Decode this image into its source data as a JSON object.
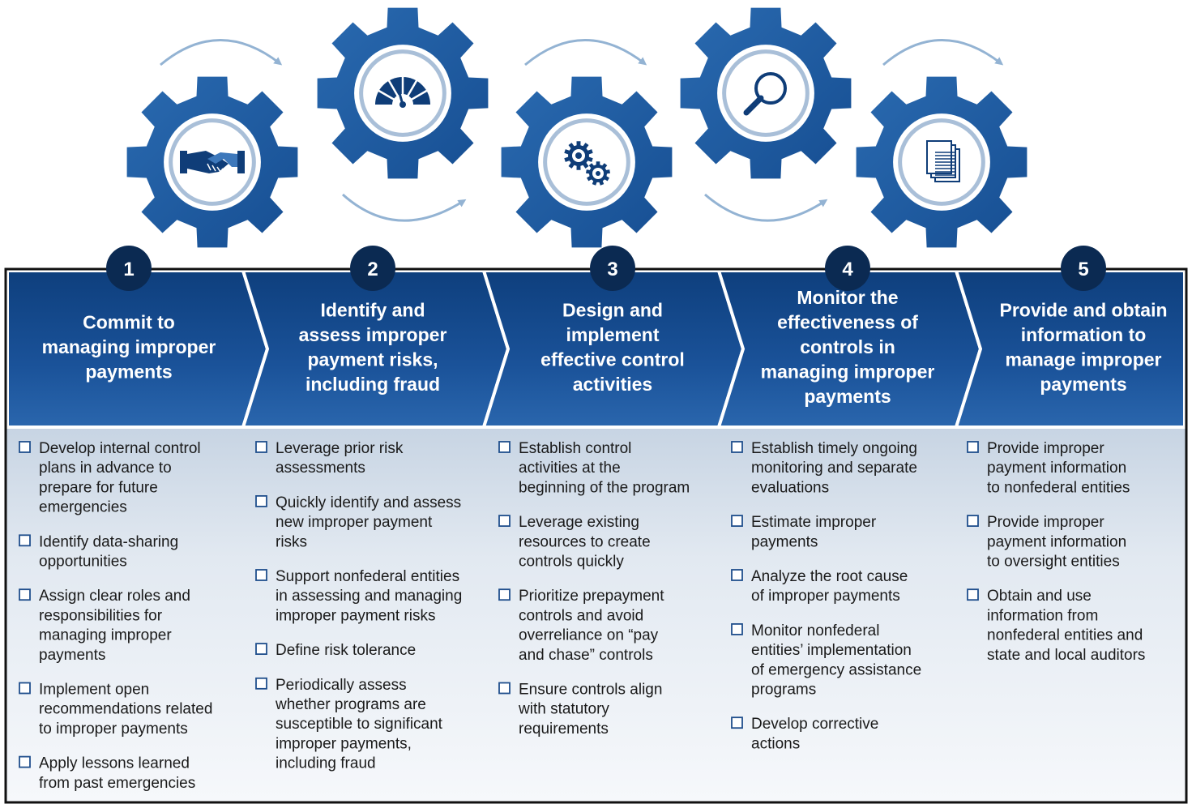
{
  "colors": {
    "gear": "#1f5a9c",
    "gear_dark": "#0f3d78",
    "ring": "#a9bfd8",
    "arrow": "#93b3d3",
    "banner": "#134a8e",
    "banner_light": "#2e6db3",
    "circle": "#0b2a52",
    "frame": "#111111",
    "panel_top": "#c7d4e3",
    "panel_bottom": "#f4f7fa",
    "checkbox": "#1f4e8c"
  },
  "gears": [
    {
      "icon": "handshake-icon"
    },
    {
      "icon": "gauge-icon"
    },
    {
      "icon": "cogs-icon"
    },
    {
      "icon": "magnifier-icon"
    },
    {
      "icon": "documents-icon"
    }
  ],
  "steps": [
    {
      "number": "1",
      "title": [
        "Commit to",
        "managing improper",
        "payments"
      ],
      "bullets": [
        [
          "Develop internal control",
          "plans in advance to",
          "prepare for future",
          "emergencies"
        ],
        [
          "Identify data-sharing",
          "opportunities"
        ],
        [
          "Assign clear roles and",
          "responsibilities for",
          "managing improper",
          "payments"
        ],
        [
          "Implement open",
          "recommendations related",
          "to improper payments"
        ],
        [
          "Apply lessons learned",
          "from past emergencies"
        ]
      ]
    },
    {
      "number": "2",
      "title": [
        "Identify and",
        "assess improper",
        "payment risks,",
        "including fraud"
      ],
      "bullets": [
        [
          "Leverage prior risk",
          "assessments"
        ],
        [
          "Quickly identify and assess",
          "new improper payment",
          "risks"
        ],
        [
          "Support nonfederal entities",
          "in assessing and managing",
          "improper payment risks"
        ],
        [
          "Define risk tolerance"
        ],
        [
          "Periodically assess",
          "whether programs are",
          "susceptible to significant",
          "improper payments,",
          "including fraud"
        ]
      ]
    },
    {
      "number": "3",
      "title": [
        "Design and",
        "implement",
        "effective control",
        "activities"
      ],
      "bullets": [
        [
          "Establish control",
          "activities at the",
          "beginning of the program"
        ],
        [
          "Leverage existing",
          "resources to create",
          "controls quickly"
        ],
        [
          "Prioritize prepayment",
          "controls and avoid",
          "overreliance on “pay",
          "and chase” controls"
        ],
        [
          "Ensure controls align",
          "with statutory",
          "requirements"
        ]
      ]
    },
    {
      "number": "4",
      "title": [
        "Monitor the",
        "effectiveness of",
        "controls in",
        "managing improper",
        "payments"
      ],
      "bullets": [
        [
          "Establish timely ongoing",
          "monitoring and separate",
          "evaluations"
        ],
        [
          "Estimate improper",
          "payments"
        ],
        [
          "Analyze the root cause",
          "of improper payments"
        ],
        [
          "Monitor nonfederal",
          "entities’ implementation",
          "of emergency assistance",
          "programs"
        ],
        [
          "Develop corrective",
          "actions"
        ]
      ]
    },
    {
      "number": "5",
      "title": [
        "Provide and obtain",
        "information to",
        "manage improper",
        "payments"
      ],
      "bullets": [
        [
          "Provide improper",
          "payment information",
          "to nonfederal entities"
        ],
        [
          "Provide improper",
          "payment information",
          "to oversight entities"
        ],
        [
          "Obtain and use",
          "information from",
          "nonfederal entities and",
          "state and local auditors"
        ]
      ]
    }
  ]
}
